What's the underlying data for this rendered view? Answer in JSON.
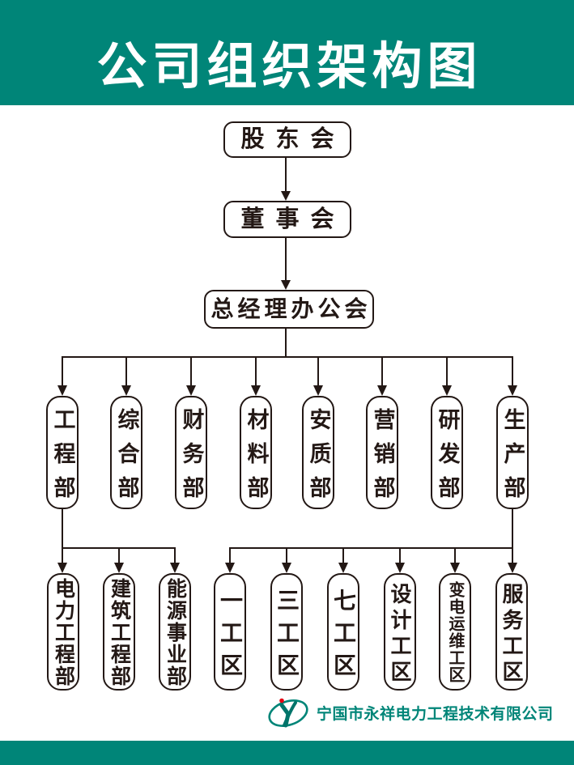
{
  "header": {
    "title": "公司组织架构图"
  },
  "chart": {
    "top_nodes": [
      "股东会",
      "董事会",
      "总经理办公会"
    ],
    "departments": [
      "工程部",
      "综合部",
      "财务部",
      "材料部",
      "安质部",
      "营销部",
      "研发部",
      "生产部"
    ],
    "engineering_subs": [
      "电力工程部",
      "建筑工程部",
      "能源事业部"
    ],
    "production_subs": [
      "一工区",
      "三工区",
      "七工区",
      "设计工区",
      "变电运维工区",
      "服务工区"
    ]
  },
  "footer": {
    "company_name": "宁国市永祥电力工程技术有限公司",
    "logo": "yongxiang-yx-monogram"
  },
  "colors": {
    "brand_teal": "#008578",
    "line_black": "#231815",
    "logo_red": "#e60012",
    "background": "#ffffff"
  }
}
